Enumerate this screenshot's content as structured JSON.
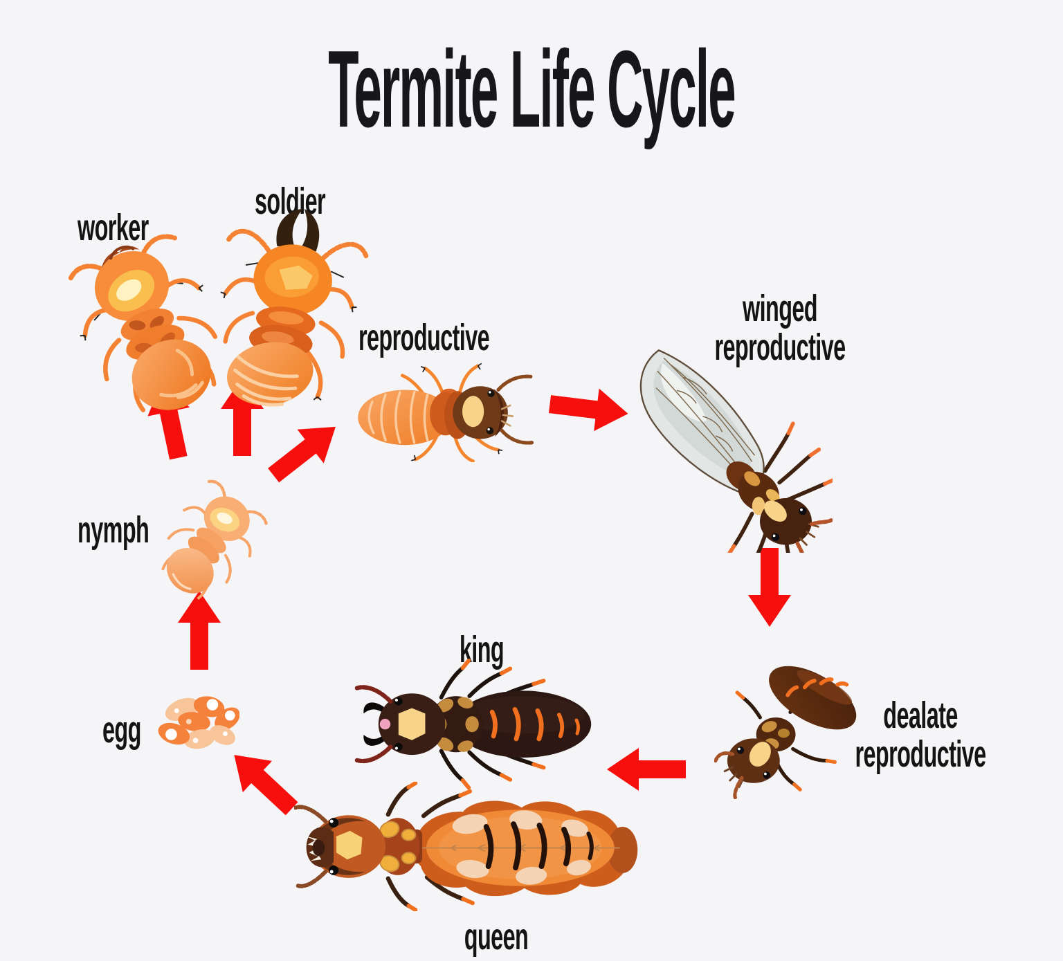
{
  "title": "Termite Life Cycle",
  "colors": {
    "background": "#F5F5F7",
    "arrow_red": "#F60F0C",
    "label_black": "#141414",
    "termite_orange": "#F5813A",
    "termite_dark_brown": "#46220F",
    "cream_patch": "#F7D489"
  },
  "stages": [
    {
      "id": "egg",
      "label": "egg"
    },
    {
      "id": "nymph",
      "label": "nymph"
    },
    {
      "id": "worker",
      "label": "worker"
    },
    {
      "id": "soldier",
      "label": "soldier"
    },
    {
      "id": "reproductive",
      "label": "reproductive"
    },
    {
      "id": "winged-reproductive",
      "label": "winged reproductive"
    },
    {
      "id": "dealate-reproductive",
      "label": "dealate reproductive"
    },
    {
      "id": "king",
      "label": "king"
    },
    {
      "id": "queen",
      "label": "queen"
    }
  ],
  "transitions": [
    {
      "from": "egg",
      "to": "nymph"
    },
    {
      "from": "nymph",
      "to": "worker"
    },
    {
      "from": "nymph",
      "to": "soldier"
    },
    {
      "from": "nymph",
      "to": "reproductive"
    },
    {
      "from": "reproductive",
      "to": "winged-reproductive"
    },
    {
      "from": "winged-reproductive",
      "to": "dealate-reproductive"
    },
    {
      "from": "dealate-reproductive",
      "to": "king"
    },
    {
      "from": "queen",
      "to": "egg"
    }
  ]
}
